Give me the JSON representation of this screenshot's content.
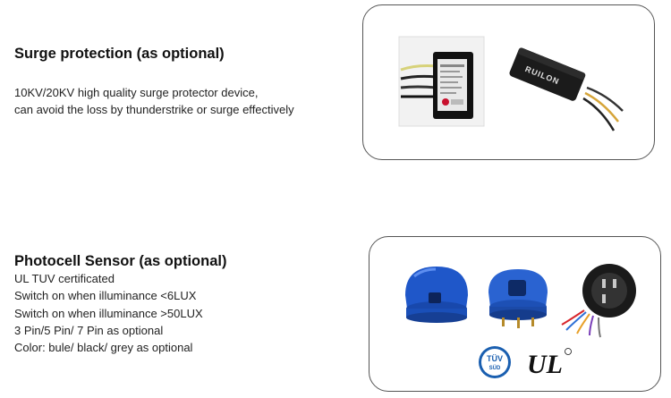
{
  "surge": {
    "title": "Surge protection (as optional)",
    "lines": [
      "10KV/20KV high quality surge protector device,",
      "can avoid the loss by thunderstrike or surge effectively"
    ],
    "device_label": "RUILON"
  },
  "photocell": {
    "title": "Photocell Sensor (as optional)",
    "lines": [
      "UL TUV certificated",
      "Switch on when illuminance <6LUX",
      "Switch on when illuminance >50LUX",
      "3 Pin/5 Pin/ 7 Pin as optional",
      "Color: bule/ black/ grey as optional"
    ],
    "tuv_mark": "TÜV",
    "tuv_sub": "SÜD",
    "ul_mark": "UL"
  }
}
